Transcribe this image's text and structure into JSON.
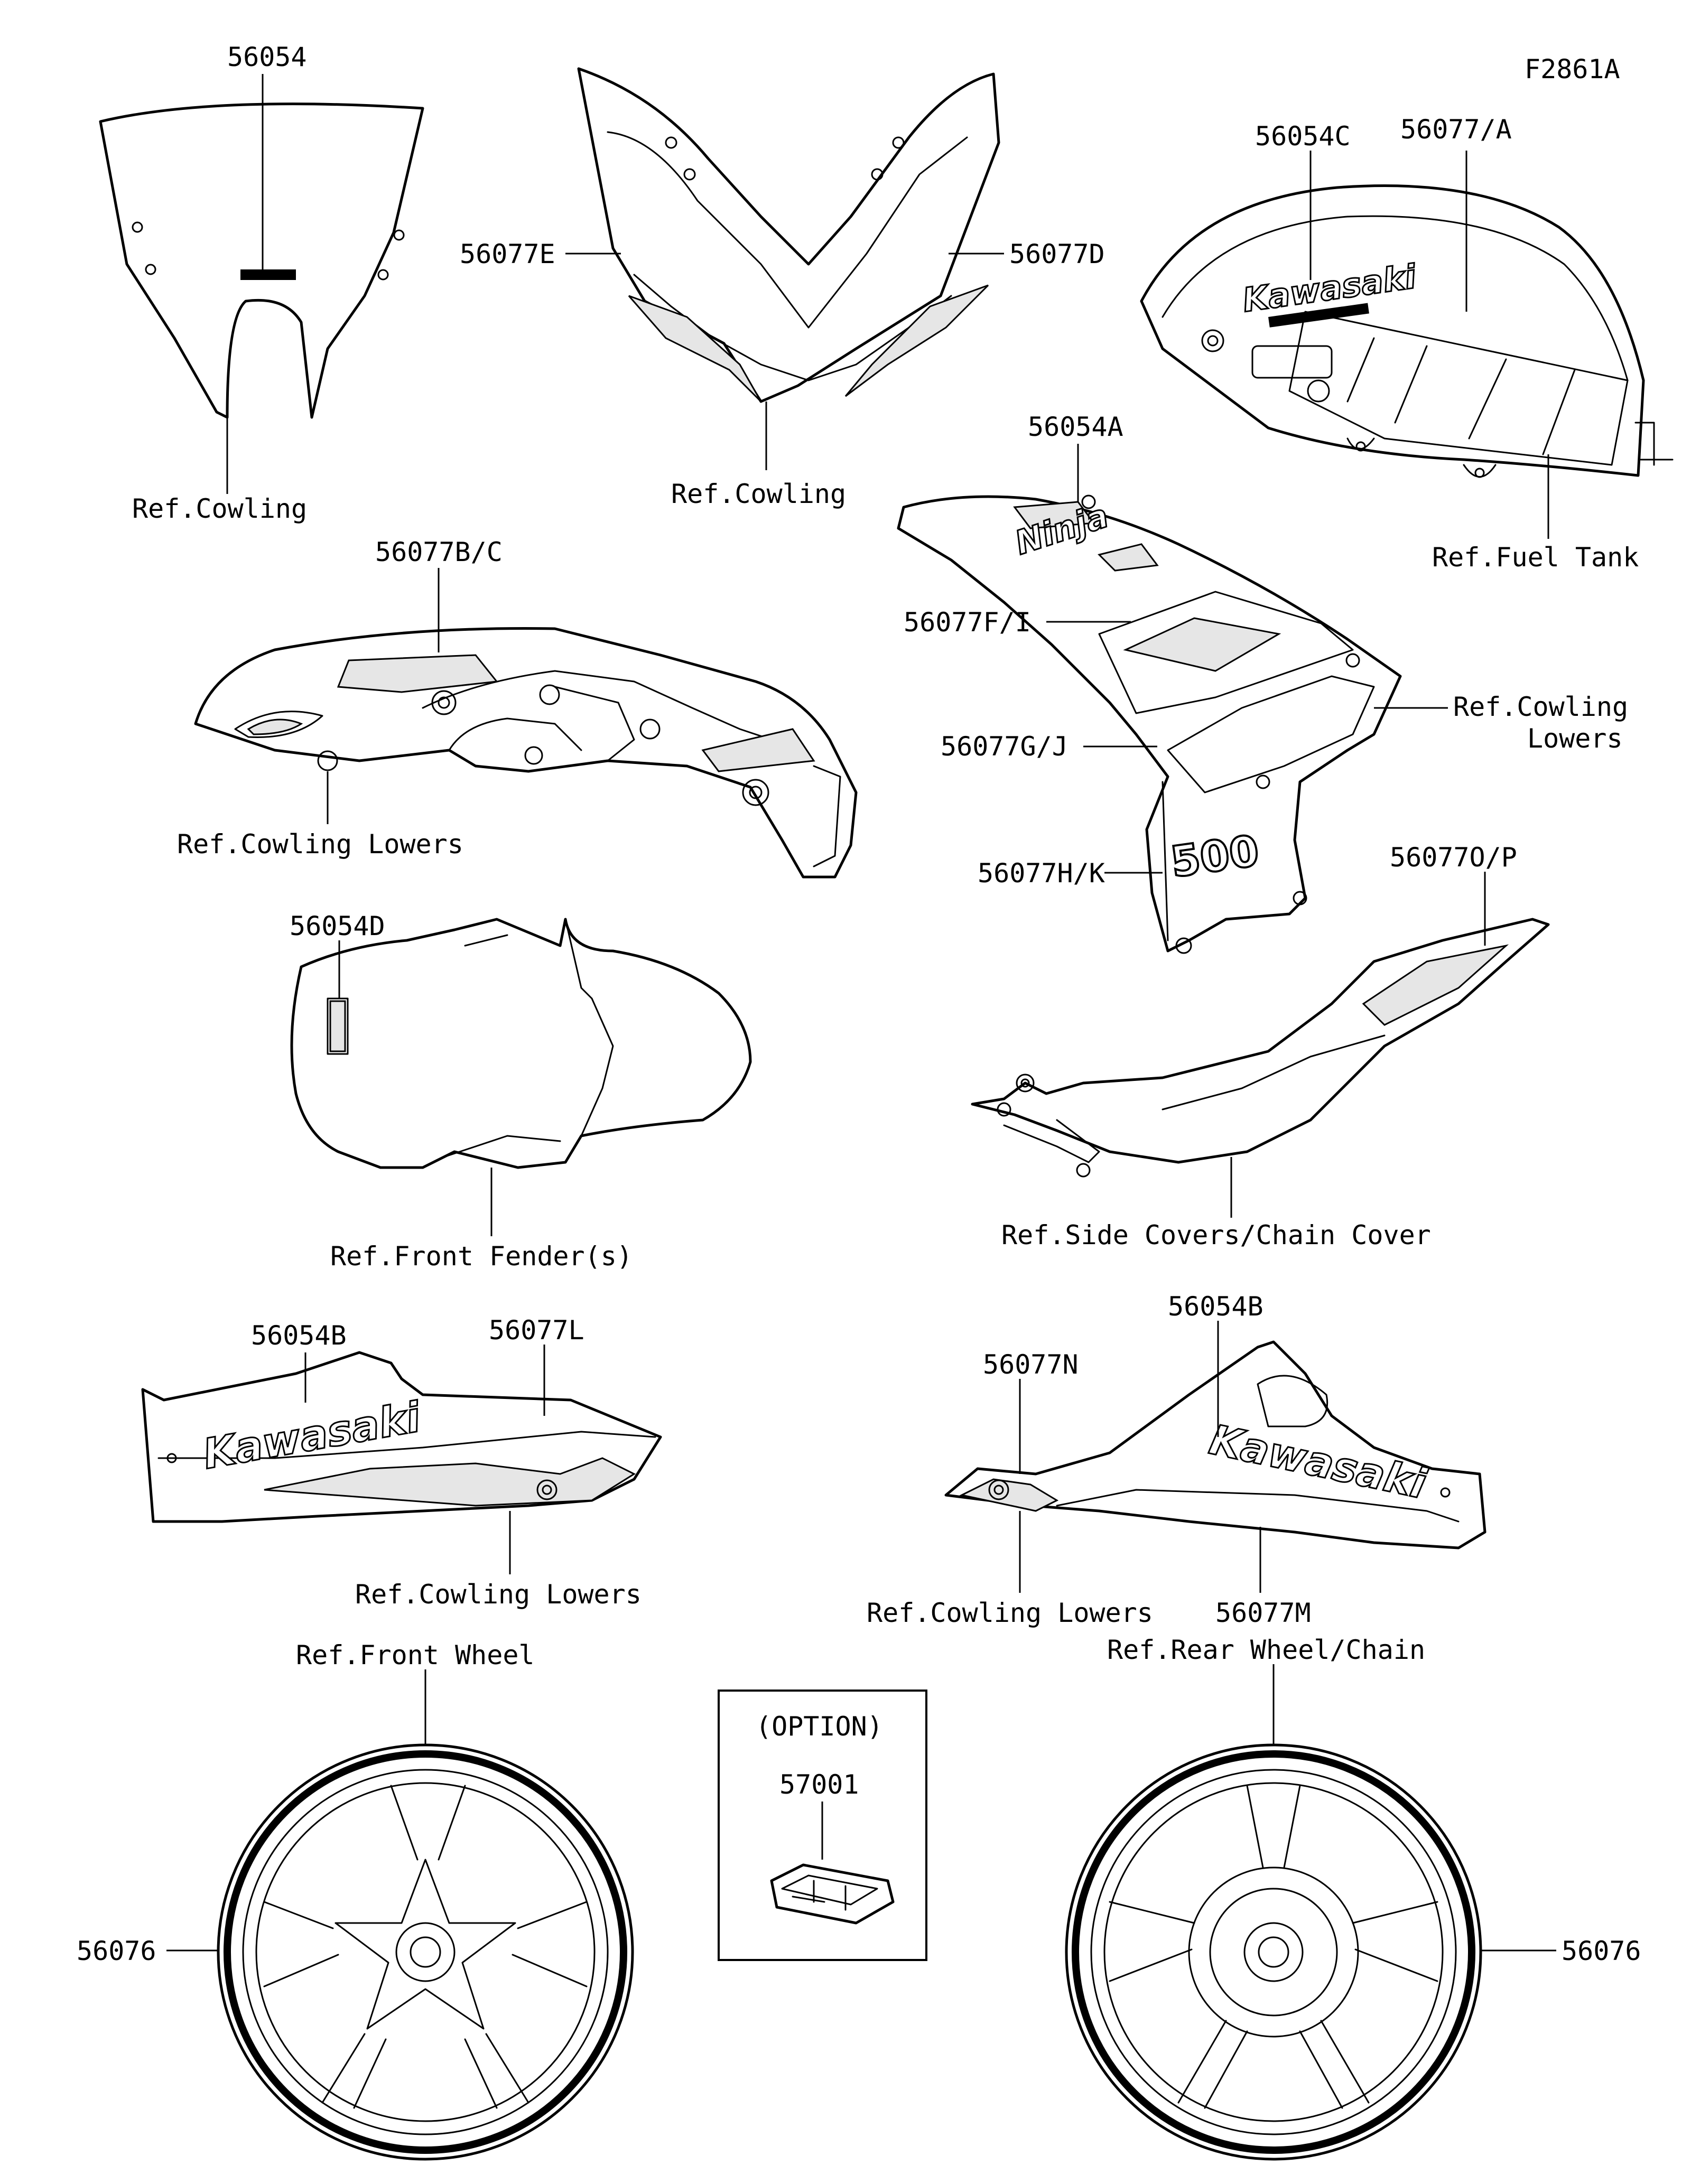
{
  "figure_code": "F2861A",
  "labels": {
    "l_56054": "56054",
    "ref_cowling_1": "Ref.Cowling",
    "l_56077E": "56077E",
    "l_56077D": "56077D",
    "ref_cowling_2": "Ref.Cowling",
    "l_56054C": "56054C",
    "l_56077A": "56077/A",
    "ref_fuel_tank": "Ref.Fuel Tank",
    "l_56077BC": "56077B/C",
    "ref_cowling_lowers_1": "Ref.Cowling Lowers",
    "l_56054A": "56054A",
    "l_56077FI": "56077F/I",
    "l_56077GJ": "56077G/J",
    "ref_cowling_lowers_2a": "Ref.Cowling",
    "ref_cowling_lowers_2b": "Lowers",
    "l_56077HK": "56077H/K",
    "l_56077OP": "56077O/P",
    "l_56054D": "56054D",
    "ref_side_covers": "Ref.Side Covers/Chain Cover",
    "ref_front_fender": "Ref.Front Fender(s)",
    "l_56054B_left": "56054B",
    "l_56077L": "56077L",
    "ref_cowling_lowers_3": "Ref.Cowling Lowers",
    "l_56054B_right": "56054B",
    "l_56077N": "56077N",
    "ref_cowling_lowers_4": "Ref.Cowling Lowers",
    "l_56077M": "56077M",
    "ref_front_wheel": "Ref.Front Wheel",
    "ref_rear_wheel": "Ref.Rear Wheel/Chain",
    "option": "(OPTION)",
    "l_57001": "57001",
    "l_56076_left": "56076",
    "l_56076_right": "56076"
  },
  "decal_text": {
    "brand": "Kawasaki",
    "model": "Ninja",
    "displacement": "500"
  }
}
